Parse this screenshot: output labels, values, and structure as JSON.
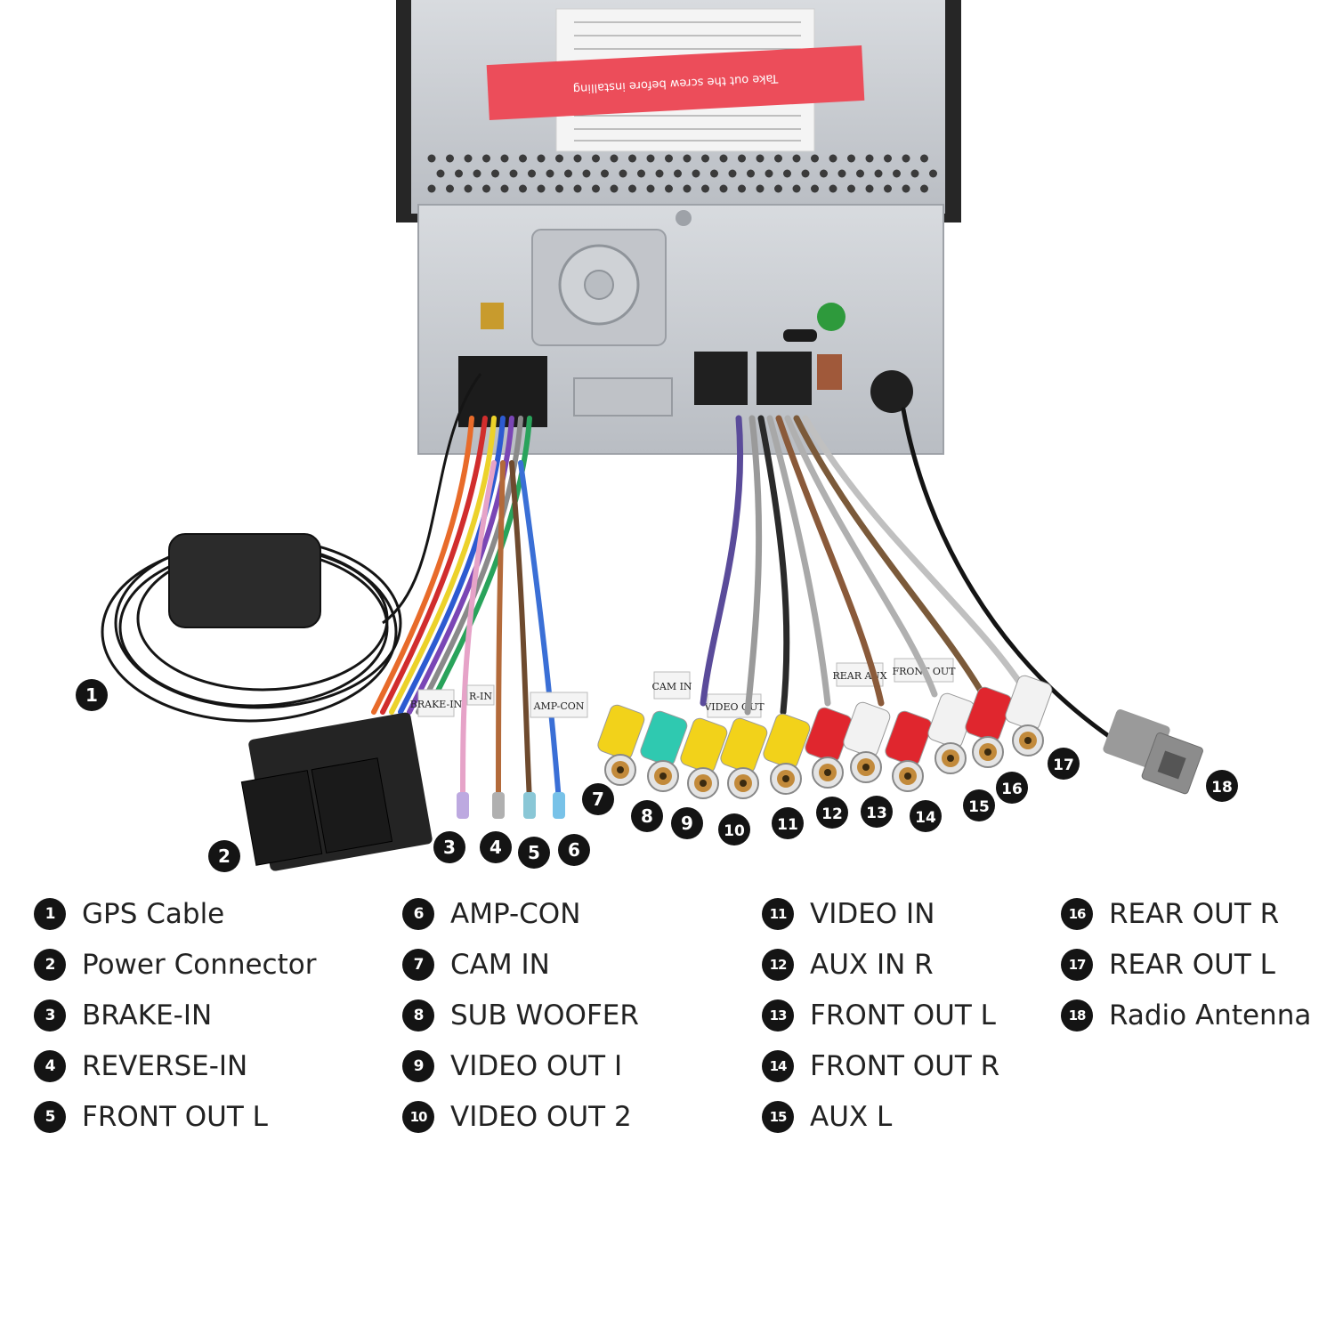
{
  "title_sticker": "Take out the screw before installing",
  "cable_tags": {
    "brake": "BRAKE-IN",
    "reverse": "R-IN",
    "amp": "AMP-CON",
    "cam": "CAM IN",
    "video_out": "VIDEO OUT",
    "front_out": "FRONT OUT",
    "rear_aux": "REAR AUX"
  },
  "callouts": [
    "1",
    "2",
    "3",
    "4",
    "5",
    "6",
    "7",
    "8",
    "9",
    "10",
    "11",
    "12",
    "13",
    "14",
    "15",
    "16",
    "17",
    "18"
  ],
  "legend": {
    "col1": [
      {
        "num": "1",
        "label": "GPS Cable"
      },
      {
        "num": "2",
        "label": "Power Connector"
      },
      {
        "num": "3",
        "label": "BRAKE-IN"
      },
      {
        "num": "4",
        "label": "REVERSE-IN"
      },
      {
        "num": "5",
        "label": "FRONT OUT L"
      }
    ],
    "col2": [
      {
        "num": "6",
        "label": "AMP-CON"
      },
      {
        "num": "7",
        "label": "CAM IN"
      },
      {
        "num": "8",
        "label": "SUB WOOFER"
      },
      {
        "num": "9",
        "label": "VIDEO OUT I"
      },
      {
        "num": "10",
        "label": "VIDEO OUT 2"
      }
    ],
    "col3": [
      {
        "num": "11",
        "label": "VIDEO IN"
      },
      {
        "num": "12",
        "label": "AUX IN R"
      },
      {
        "num": "13",
        "label": "FRONT OUT L"
      },
      {
        "num": "14",
        "label": "FRONT OUT R"
      },
      {
        "num": "15",
        "label": "AUX L"
      }
    ],
    "col4": [
      {
        "num": "16",
        "label": "REAR OUT R"
      },
      {
        "num": "17",
        "label": "REAR OUT L"
      },
      {
        "num": "18",
        "label": "Radio Antenna"
      }
    ]
  },
  "colors": {
    "chassis": "#c9ccd1",
    "rca_yellow": "#f2d21a",
    "rca_green": "#2fc9b0",
    "rca_red": "#e0262e",
    "rca_white": "#f2f2f2",
    "badge": "#141414"
  }
}
